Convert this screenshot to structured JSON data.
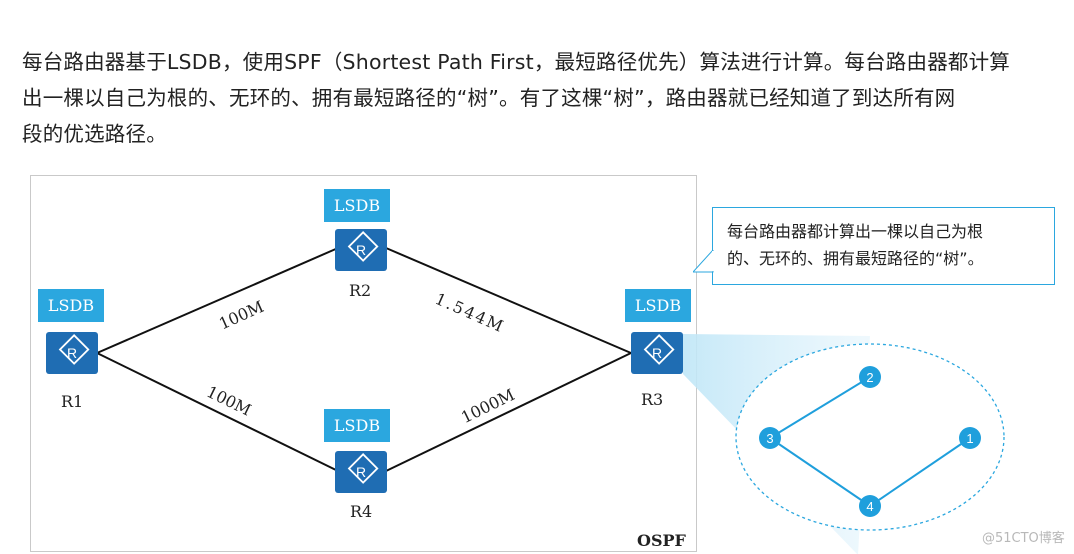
{
  "paragraph": {
    "line1": "每台路由器基于LSDB，使用SPF（Shortest Path First，最短路径优先）算法进行计算。每台路由器都计算",
    "line2": "出一棵以自己为根的、无环的、拥有最短路径的“树”。有了这棵“树”，路由器就已经知道了到达所有网",
    "line3": "段的优选路径。"
  },
  "diagram": {
    "lsdb_label": "LSDB",
    "routers": {
      "r1": "R1",
      "r2": "R2",
      "r3": "R3",
      "r4": "R4"
    },
    "router_glyph": "R",
    "links": {
      "r1_r2": "100M",
      "r2_r3": "1.544M",
      "r1_r4": "100M",
      "r4_r3": "1000M"
    },
    "protocol_label": "OSPF",
    "colors": {
      "router_blue": "#1f6db3",
      "lsdb_blue": "#2ba7df",
      "tree_blue": "#1f9fdc"
    }
  },
  "callout": {
    "line1": "每台路由器都计算出一棵以自己为根",
    "line2": "的、无环的、拥有最短路径的“树”。"
  },
  "tree": {
    "nodes": {
      "n1": "1",
      "n2": "2",
      "n3": "3",
      "n4": "4"
    }
  },
  "watermark": "@51CTO博客"
}
